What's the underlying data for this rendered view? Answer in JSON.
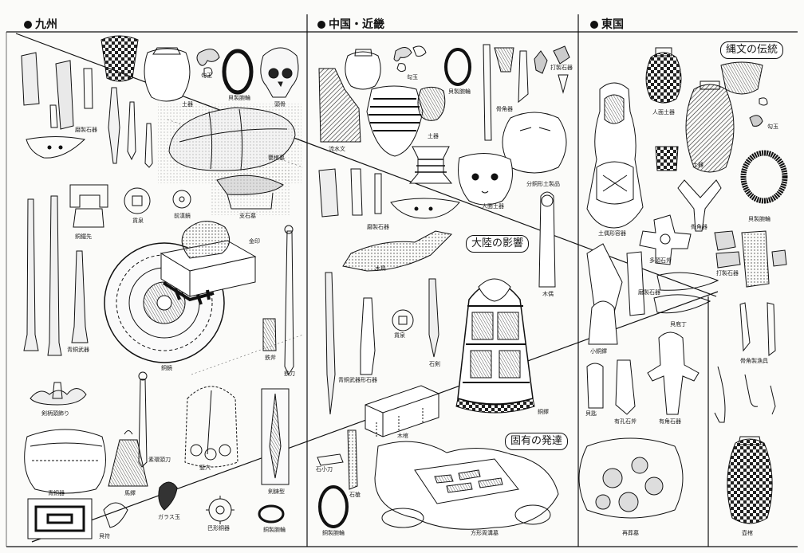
{
  "regions": {
    "kyushu": "九州",
    "chugoku_kinki": "中国・近畿",
    "togoku": "東国"
  },
  "themes": {
    "jomon": "縄文の伝統",
    "continental": "大陸の影響",
    "indigenous": "固有の発達"
  },
  "labels": {
    "magatama_k": "勾玉",
    "bracelet_k": "貝製腕輪",
    "doki_k": "土器",
    "skull": "頭骨",
    "polished_stone_k": "磨製石器",
    "jar_burial": "甕棺墓",
    "bronze_sword_k": "銅鐵先",
    "coin_k": "貨泉",
    "jokei": "前漢鏡",
    "goldseal": "金印",
    "dolmen": "支石墓",
    "bronze_mirror": "銅鏡",
    "bronze_weapons_k": "青銅武器",
    "iron_axe": "鉄斧",
    "iron_sword": "鉄刀",
    "sword_ornament": "剣柄頭飾り",
    "bronze_knife": "素環頭刀",
    "pit_dwelling": "竪穴",
    "mold": "剣鋳型",
    "bronze_pot": "青銅器",
    "bell_k": "馬鐸",
    "glass_magatama": "ガラス玉",
    "shell_ornament": "貝符",
    "shell_bracelet_k2": "銅製腕輪",
    "mirror_small": "巴形銅器",
    "magatama_c": "勾玉",
    "bracelet_c": "貝製腕輪",
    "flowing_water": "流水文",
    "doki_c": "土器",
    "bone_tool_c": "骨角器",
    "chipped_stone_c": "打製石器",
    "clay_vessel": "分銅形土製品",
    "human_face": "人面土器",
    "polished_stone_c": "磨製石器",
    "wooden_bird": "木鳥",
    "wooden_figure": "木偶",
    "coin_c": "貨泉",
    "stone_spear": "石剣",
    "bronze_weapon_mold": "青銅武器形石器",
    "dotaku": "銅鐸",
    "coffin": "木棺",
    "stone_knife": "石小刀",
    "stone_spear2": "石槍",
    "bronze_bracelet_c": "銅製腕輪",
    "square_mound": "方形周溝墓",
    "face_pot": "人面土器",
    "doki_t": "土器",
    "magatama_t": "勾玉",
    "dogu_jar": "土偶形容器",
    "bone_tool_t": "骨角器",
    "shell_bracelet_t": "貝製腕輪",
    "multi_axe": "多頭石斧",
    "chipped_stone_t": "打製石器",
    "polished_stone_t": "磨製石器",
    "shell_knife": "貝庖丁",
    "small_bell": "小銅鐸",
    "bone_fishing": "骨角製漁具",
    "shell_blade": "貝匙",
    "ariake_stone": "有孔石斧",
    "ariake_stone2": "有角石器",
    "reburial": "再葬墓",
    "pot_t": "壺棺"
  }
}
